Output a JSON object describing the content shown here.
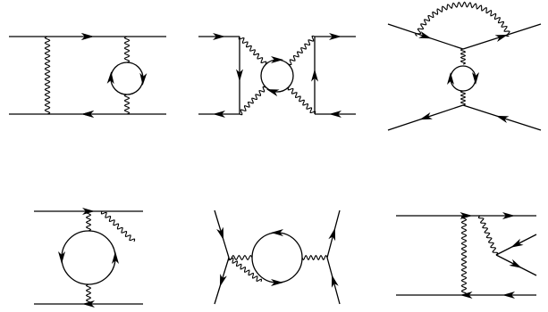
{
  "figure": {
    "diagrams": [
      {
        "id": "d1"
      },
      {
        "id": "d2"
      },
      {
        "id": "d3"
      },
      {
        "id": "d4"
      },
      {
        "id": "d5"
      },
      {
        "id": "d6"
      }
    ],
    "colors": {
      "line": "#000000",
      "background": "#ffffff"
    }
  }
}
